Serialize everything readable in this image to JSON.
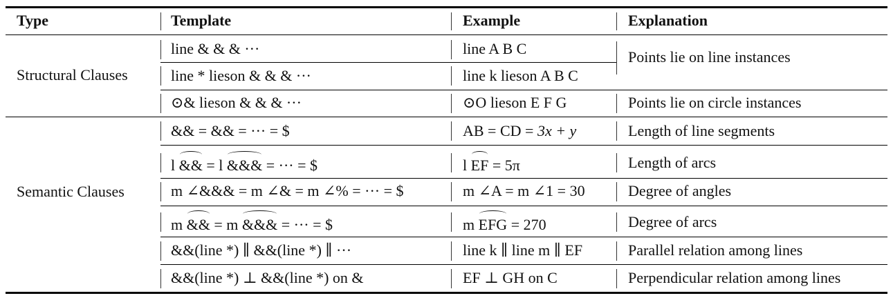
{
  "headers": {
    "type": "Type",
    "template": "Template",
    "example": "Example",
    "explanation": "Explanation"
  },
  "groups": {
    "structural": "Structural Clauses",
    "semantic": "Semantic Clauses"
  },
  "rows": [
    {
      "template": "line & & & ···",
      "example": "line A B C"
    },
    {
      "template": "line * lieson & & & ···",
      "example": "line k lieson A B C"
    },
    {
      "template": "⊙& lieson & & & ···",
      "example": "⊙O lieson E F G",
      "explanation": "Points lie on circle instances"
    },
    {
      "template": "&& = && = ··· = $",
      "example_prefix": "AB = CD = ",
      "example_math": "3x + y",
      "explanation": "Length of line segments"
    },
    {
      "template_prefix": "l ",
      "template_arc1": "&&",
      "template_mid": " = l ",
      "template_arc2": "&&&",
      "template_suffix": " = ··· = $",
      "example_prefix": "l ",
      "example_arc": "EF",
      "example_suffix": " = 5π",
      "explanation": "Length of arcs"
    },
    {
      "template": "m ∠&&& = m ∠& = m ∠% = ··· = $",
      "example": "m ∠A = m ∠1 = 30",
      "explanation": "Degree of angles"
    },
    {
      "template_prefix": "m ",
      "template_arc1": "&&",
      "template_mid": " = m ",
      "template_arc2": "&&&",
      "template_suffix": " = ··· = $",
      "example_prefix": "m ",
      "example_arc": "EFG",
      "example_suffix": " = 270",
      "explanation": "Degree of arcs"
    },
    {
      "template": "&&(line *) ∥ &&(line *) ∥ ···",
      "example": "line k ∥ line m ∥ EF",
      "explanation": "Parallel relation among lines"
    },
    {
      "template": "&&(line *) ⊥ &&(line *) on &",
      "example": "EF ⊥ GH on C",
      "explanation": "Perpendicular relation among lines"
    }
  ],
  "merged_explanation": "Points lie on line instances"
}
